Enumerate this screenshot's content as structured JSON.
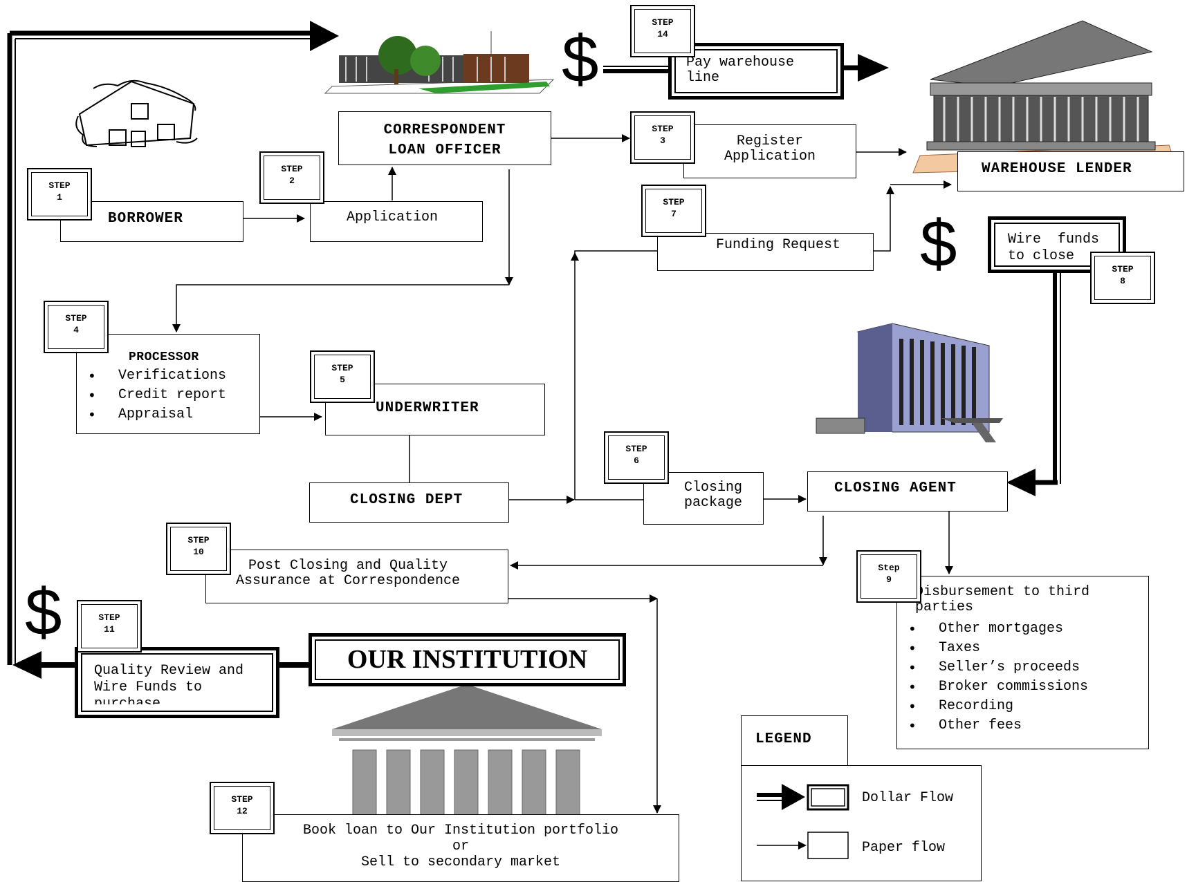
{
  "steps": {
    "s1": [
      "STEP",
      "1"
    ],
    "s2": [
      "STEP",
      "2"
    ],
    "s3": [
      "STEP",
      "3"
    ],
    "s4": [
      "STEP",
      "4"
    ],
    "s5": [
      "STEP",
      "5"
    ],
    "s6": [
      "STEP",
      "6"
    ],
    "s7": [
      "STEP",
      "7"
    ],
    "s8": [
      "STEP",
      "8"
    ],
    "s9": [
      "Step",
      "9"
    ],
    "s10": [
      "STEP",
      "10"
    ],
    "s11": [
      "STEP",
      "11"
    ],
    "s12": [
      "STEP",
      "12"
    ],
    "s14": [
      "STEP",
      "14"
    ]
  },
  "nodes": {
    "borrower": "BORROWER",
    "application": "Application",
    "correspondent_loan_officer": "CORRESPONDENT\nLOAN OFFICER",
    "register_application": "Register\nApplication",
    "warehouse_lender": "WAREHOUSE LENDER",
    "pay_warehouse_line": "Pay warehouse\nline",
    "funding_request": "Funding Request",
    "wire_funds_to_close": "Wire  funds\nto close",
    "processor_title": "PROCESSOR",
    "processor_items": [
      "Verifications",
      "Credit report",
      "Appraisal"
    ],
    "underwriter": "UNDERWRITER",
    "closing_dept": "CLOSING DEPT",
    "closing_package": "Closing\npackage",
    "closing_agent": "CLOSING AGENT",
    "post_closing": "Post Closing and Quality\nAssurance at Correspondence",
    "disbursement_title": "Disbursement to third\nparties",
    "disbursement_items": [
      "Other mortgages",
      "Taxes",
      "Seller’s proceeds",
      "Broker commissions",
      "Recording",
      "Other fees"
    ],
    "quality_review": "Quality Review and\nWire Funds to\npurchase",
    "our_institution": "OUR INSTITUTION",
    "book_loan": "Book loan to Our Institution portfolio\nor\nSell to secondary market"
  },
  "dollar_sign": "$",
  "legend": {
    "title": "LEGEND",
    "dollar_flow": "Dollar Flow",
    "paper_flow": "Paper flow"
  }
}
